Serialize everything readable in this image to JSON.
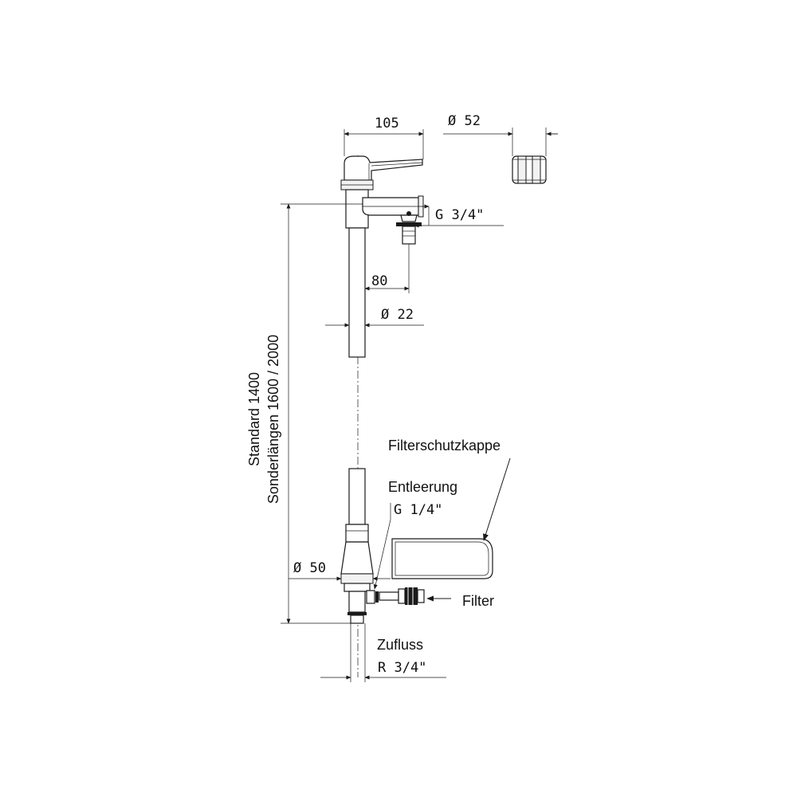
{
  "dimensions": {
    "width_105": "105",
    "dia_52": "Ø 52",
    "thread_top": "G 3/4\"",
    "offset_80": "80",
    "dia_22": "Ø 22",
    "dia_50": "Ø 50",
    "thread_inlet": "R 3/4\"",
    "thread_drain": "G 1/4\""
  },
  "length": {
    "standard": "Standard 1400",
    "special": "Sonderlängen 1600 / 2000"
  },
  "labels": {
    "filter_cap": "Filterschutzkappe",
    "drain": "Entleerung",
    "filter": "Filter",
    "inlet": "Zufluss"
  }
}
